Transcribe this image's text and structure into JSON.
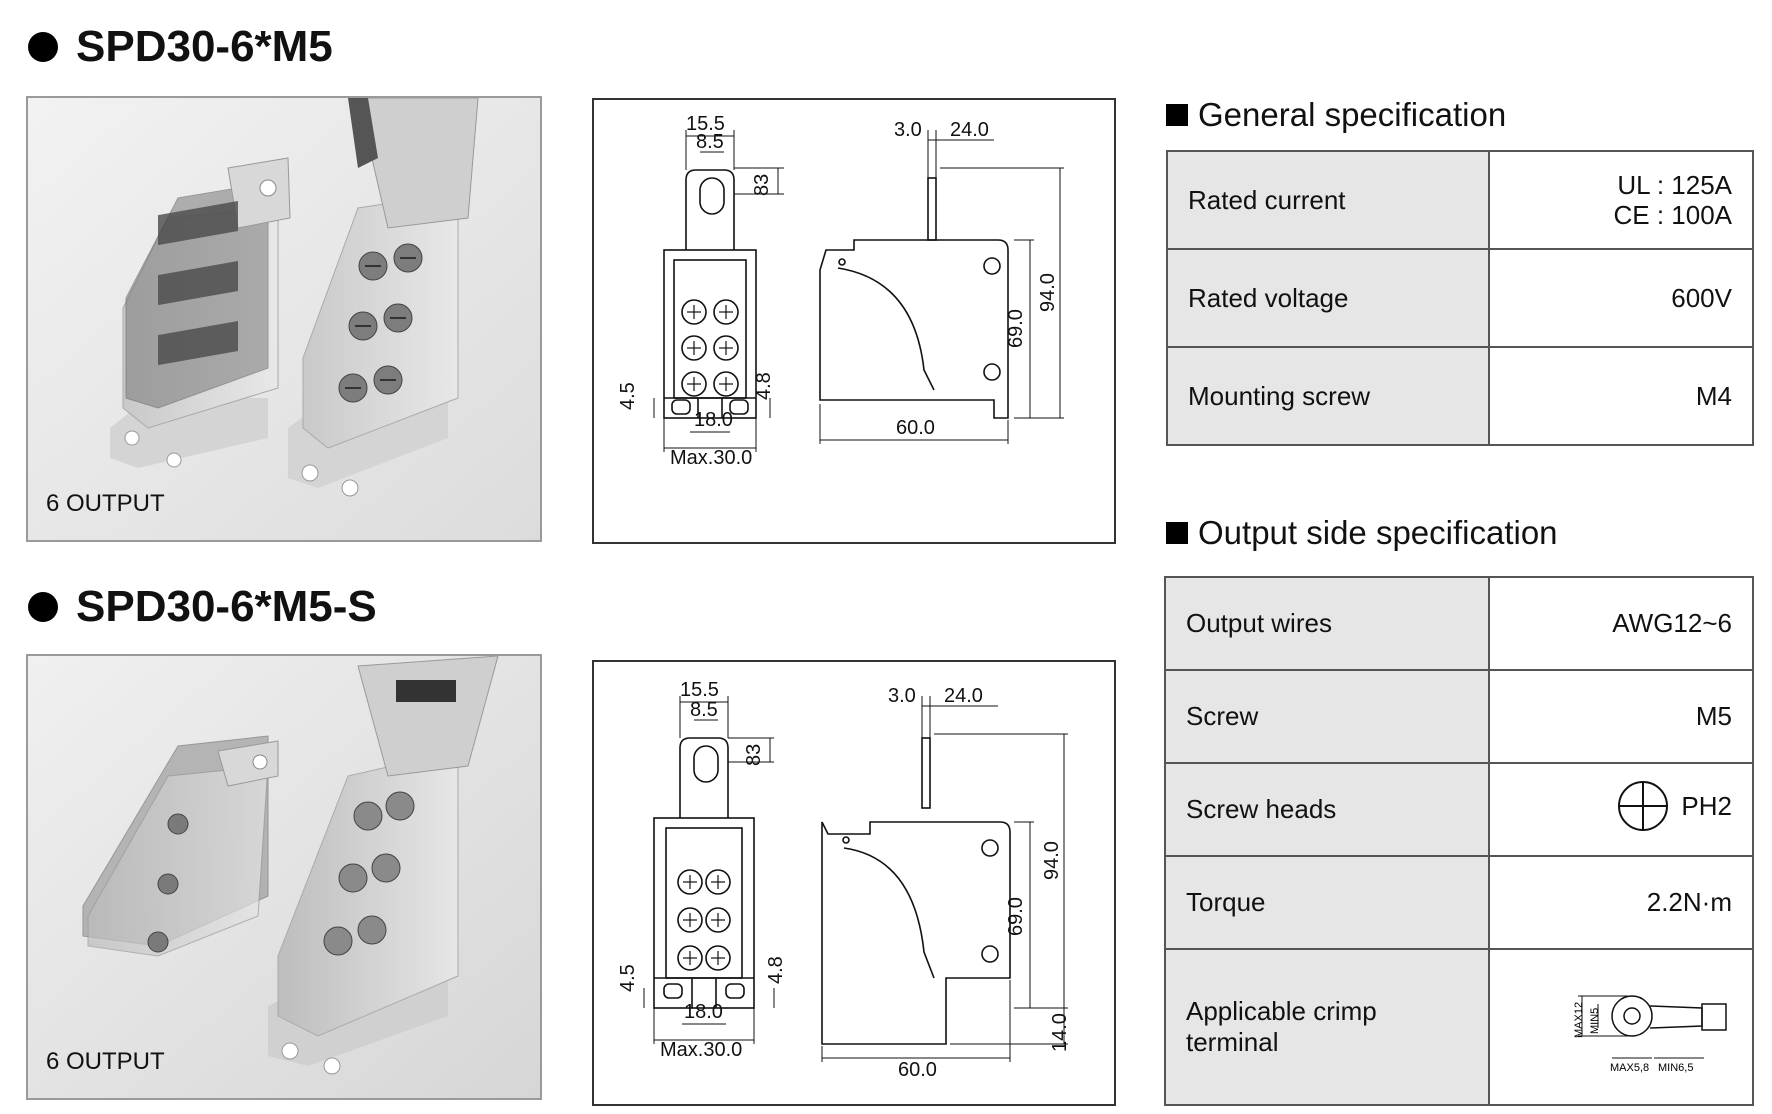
{
  "products": [
    {
      "title": "SPD30-6*M5",
      "photo_caption": "6 OUTPUT",
      "dims": {
        "top_w1": "15.5",
        "top_w2": "8.5",
        "tab": "83",
        "left_h": "4.5",
        "right_h": "4.8",
        "inner_w": "18.0",
        "max_w": "Max.30.0",
        "side_t": "3.0",
        "side_w": "24.0",
        "h_inner": "69.0",
        "h_total": "94.0",
        "depth": "60.0"
      }
    },
    {
      "title": "SPD30-6*M5-S",
      "photo_caption": "6 OUTPUT",
      "dims": {
        "top_w1": "15.5",
        "top_w2": "8.5",
        "tab": "83",
        "left_h": "4.5",
        "right_h": "4.8",
        "inner_w": "18.0",
        "max_w": "Max.30.0",
        "side_t": "3.0",
        "side_w": "24.0",
        "h_inner": "69.0",
        "h_total": "94.0",
        "foot": "14.0",
        "depth": "60.0"
      }
    }
  ],
  "general_spec": {
    "heading": "General specification",
    "rows": [
      {
        "label": "Rated current",
        "value_lines": [
          "UL : 125A",
          "CE : 100A"
        ]
      },
      {
        "label": "Rated voltage",
        "value": "600V"
      },
      {
        "label": "Mounting screw",
        "value": "M4"
      }
    ]
  },
  "output_spec": {
    "heading": "Output side specification",
    "rows": [
      {
        "label": "Output wires",
        "value": "AWG12~6"
      },
      {
        "label": "Screw",
        "value": "M5"
      },
      {
        "label": "Screw heads",
        "value": "PH2",
        "icon": "phillips-head-icon"
      },
      {
        "label": "Torque",
        "value": "2.2N·m"
      },
      {
        "label": "Applicable crimp terminal",
        "icon": "crimp-terminal-icon",
        "terminal_dims": {
          "max_h": "MAX12",
          "min_h": "MIN5",
          "max_w": "MAX5,8",
          "min_w": "MIN6,5"
        }
      }
    ]
  },
  "colors": {
    "table_label_bg": "#e6e6e6",
    "photo_bg": "#e9e9e9",
    "border": "#555555"
  }
}
